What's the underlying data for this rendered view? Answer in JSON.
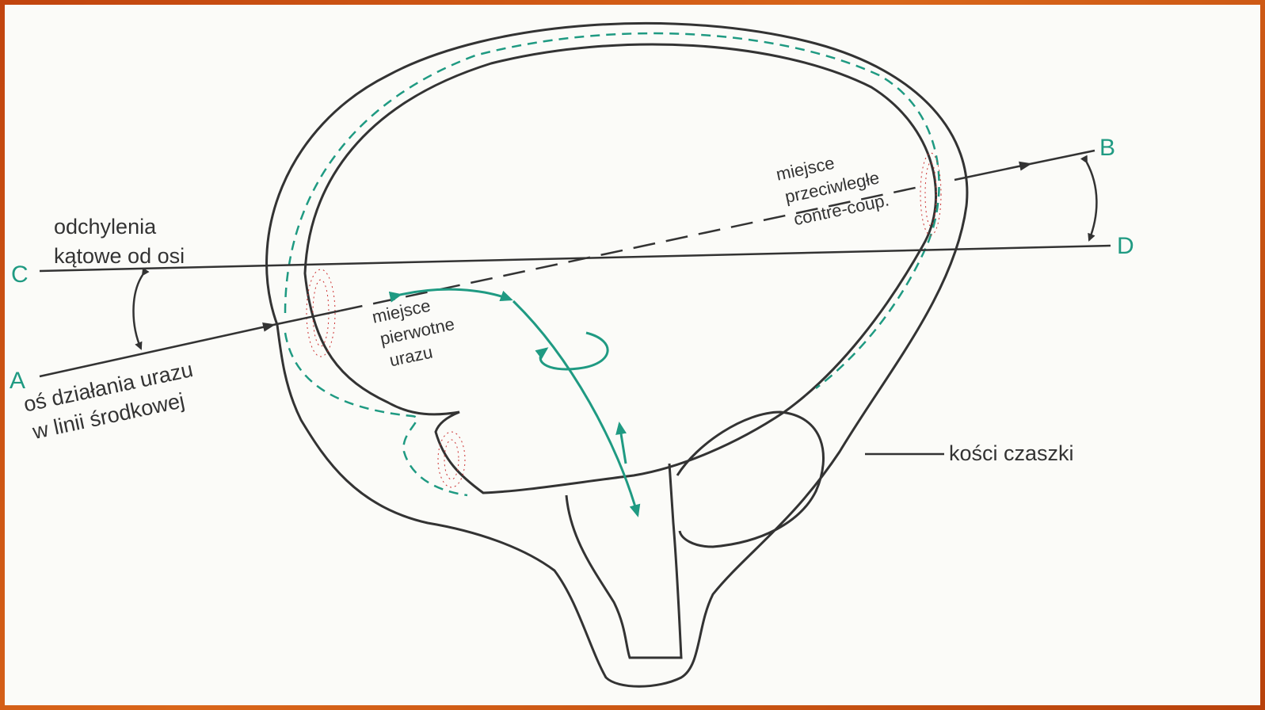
{
  "colors": {
    "background_frame": "#c9511a",
    "paper": "#fbfbf8",
    "ink": "#333333",
    "accent_green": "#1f9a82",
    "stipple_red": "#cc3333"
  },
  "points": {
    "a": "A",
    "b": "B",
    "c": "C",
    "d": "D"
  },
  "labels": {
    "angular_deviation_line1": "odchylenia",
    "angular_deviation_line2": "kątowe od osi",
    "impact_axis_line1": "oś działania urazu",
    "impact_axis_line2": "w linii środkowej",
    "primary_site_line1": "miejsce",
    "primary_site_line2": "pierwotne",
    "primary_site_line3": "urazu",
    "opposite_site_line1": "miejsce",
    "opposite_site_line2": "przeciwległe",
    "opposite_site_line3": "contre-coup.",
    "skull_bones": "kości czaszki"
  }
}
